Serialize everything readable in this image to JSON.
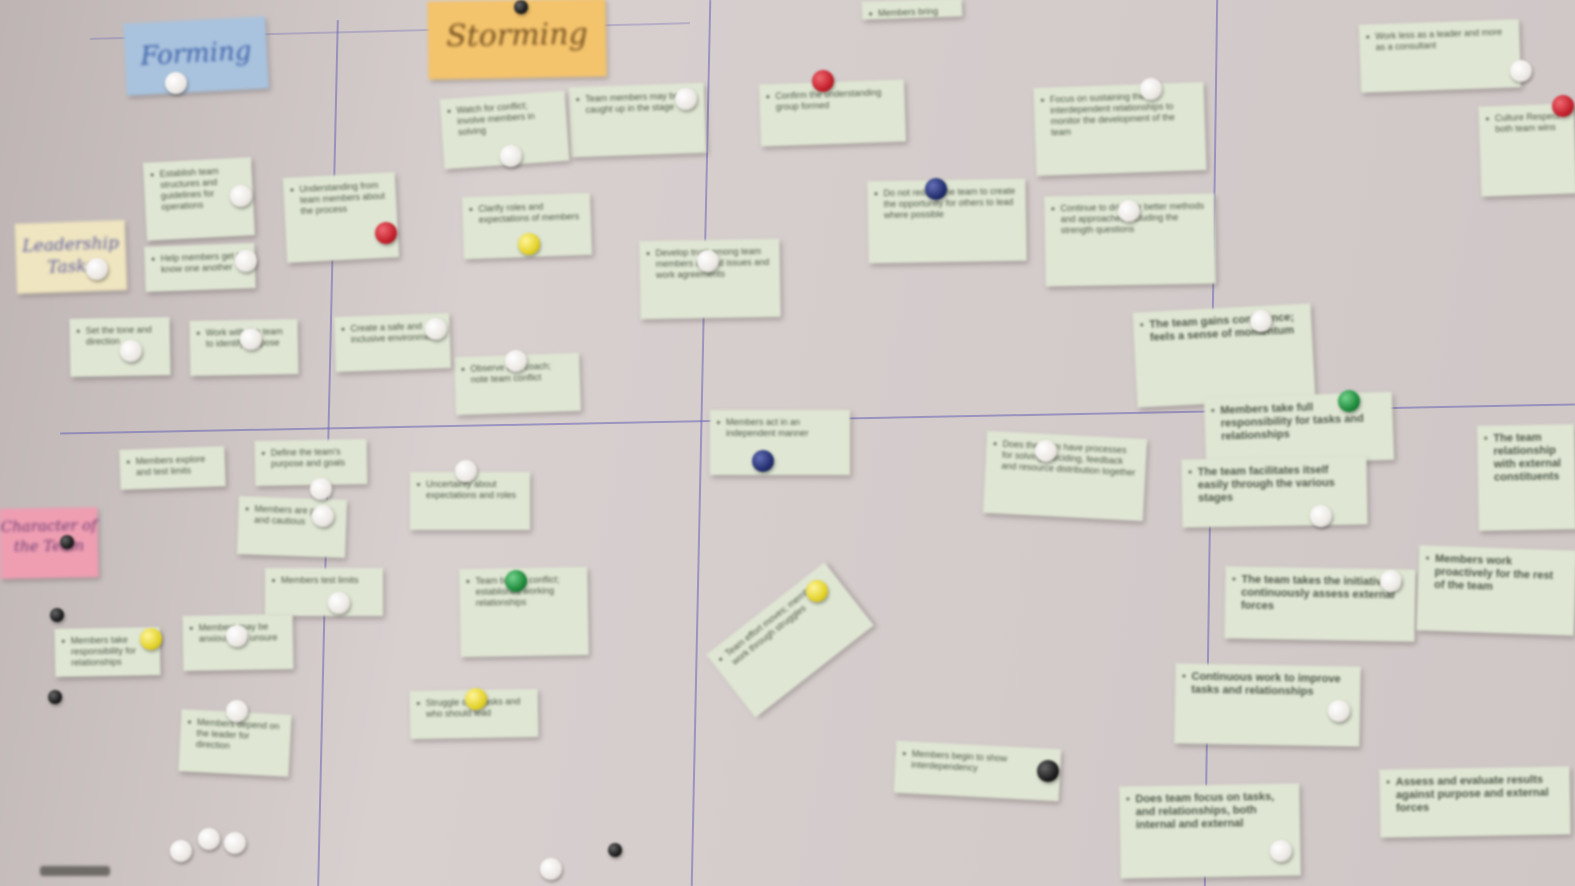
{
  "headers": {
    "forming": "Forming",
    "storming": "Storming",
    "leadership": "Leadership Tasks",
    "team": "Character of the Team"
  },
  "notes": {
    "n1": "Work less as a leader and more as a consultant",
    "n2": "Culture Respect both team wins",
    "n3": "Focus on sustaining the interdependent relationships to monitor the development of the team",
    "n4": "Continue to drive for better methods and approaches including the strength questions",
    "n5": "The team gains confidence; feels a sense of momentum",
    "n6": "Members take full responsibility for tasks and relationships",
    "n7": "The team facilitates itself easily through the various stages",
    "n8": "The team takes the initiative to continuously assess external forces",
    "n9": "Members work proactively for the rest of the team",
    "n10": "Continuous work to improve tasks and relationships",
    "n11": "Does team focus on tasks, and relationships, both internal and external",
    "n12": "Assess and evaluate results against purpose and external forces",
    "n13": "The team relationship with external constituents",
    "n14": "Does the team have processes for solving, deciding, feedback and resource distribution together",
    "n15": "Members begin to show interdependency",
    "n16": "Members act in an independent manner",
    "n17": "Do not reduce the team to create the opportunity for others to lead where possible",
    "n18": "Confirm the understanding group formed",
    "n19": "Develop trust among team members around issues and work agreements",
    "n20": "Team effort moves; members work through struggles",
    "n21": "Team members may be caught up in the stage",
    "n22": "Watch for conflict; involve members in solving",
    "n23": "Clarify roles and expectations of members",
    "n24": "Observe and coach; note team conflict",
    "n25": "Understanding from team members about the process",
    "n26": "Establish team structures and guidelines for operations",
    "n27": "Help members get to know one another",
    "n28": "Set the tone and direction",
    "n29": "Work with the team to identify purpose",
    "n30": "Create a safe and inclusive environment",
    "n31": "Members explore and test limits",
    "n32": "Define the team's purpose and goals",
    "n33": "Members are polite and cautious",
    "n34": "Uncertainty about expectations and roles",
    "n35": "Team begins conflict; establishes working relationships",
    "n36": "Members test limits",
    "n37": "Struggle over tasks and who should lead",
    "n38": "Members take responsibility for relationships",
    "n39": "Members may be anxious and unsure",
    "n40": "Members depend on the leader for direction",
    "n41": "Members bring the energy of new beginnings"
  },
  "pin_colors": {
    "white": "#f4f1ee",
    "red": "#c3202c",
    "blue": "#232f6e",
    "yellow": "#e3d22a",
    "green": "#1f8a3c",
    "black": "#1d1d1d"
  }
}
